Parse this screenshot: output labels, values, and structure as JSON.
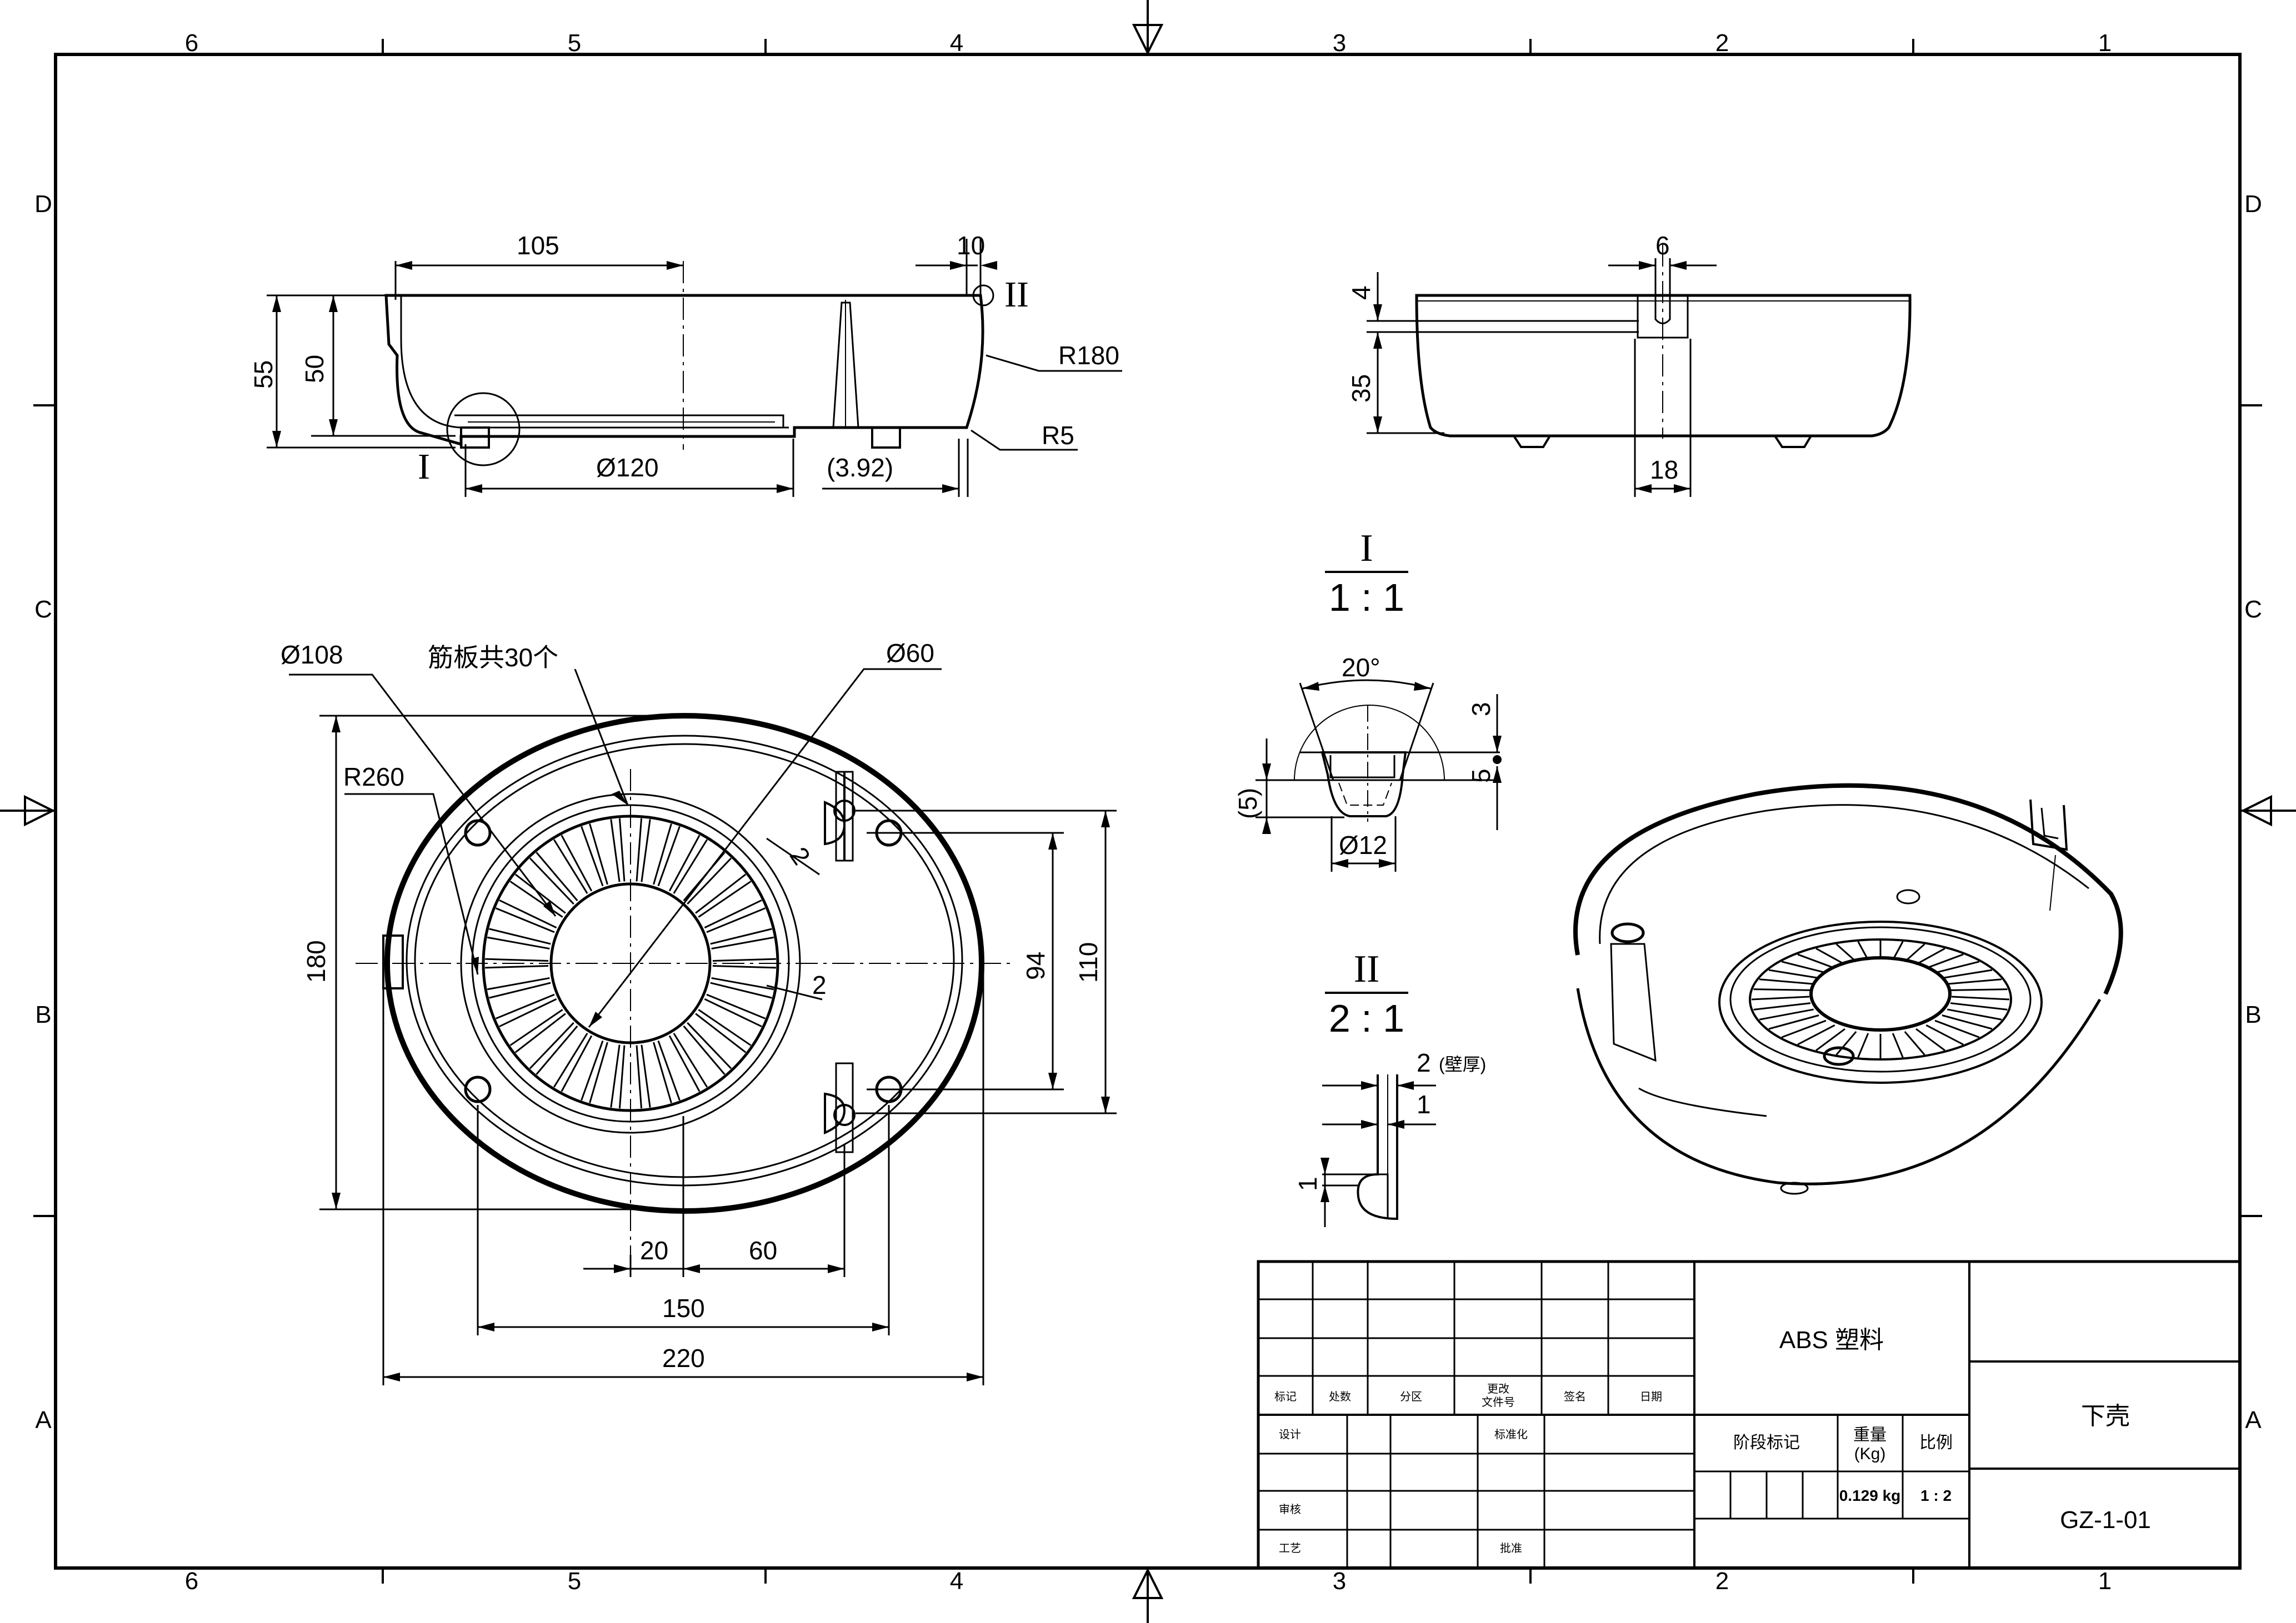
{
  "grid": {
    "columns": [
      "6",
      "5",
      "4",
      "3",
      "2",
      "1"
    ],
    "rows": [
      "D",
      "C",
      "B",
      "A"
    ]
  },
  "views": {
    "section": {
      "dims": {
        "d105": "105",
        "d10": "10",
        "d55": "55",
        "d50": "50",
        "r180": "R180",
        "r5": "R5",
        "d120": "Ø120",
        "d392": "(3.92)"
      },
      "labels": {
        "I": "I",
        "II": "II"
      }
    },
    "side": {
      "dims": {
        "d6": "6",
        "d4": "4",
        "d35": "35",
        "d18": "18"
      }
    },
    "detail1": {
      "title": "I",
      "scale": "1 : 1",
      "dims": {
        "a20": "20°",
        "d3": "3",
        "d5": "5",
        "d5p": "(5)",
        "d12": "Ø12"
      }
    },
    "detail2": {
      "title": "II",
      "scale": "2 : 1",
      "dims": {
        "d2": "2",
        "wall": "(壁厚)",
        "d1a": "1",
        "d1b": "1"
      }
    },
    "plan": {
      "dims": {
        "d108": "Ø108",
        "ribs": "筋板共30个",
        "d60": "Ø60",
        "r260": "R260",
        "d180": "180",
        "d94": "94",
        "d110": "110",
        "d2a": "2",
        "d2b": "2",
        "d20": "20",
        "d60b": "60",
        "d150": "150",
        "d220": "220"
      }
    }
  },
  "title_block": {
    "material": "ABS 塑料",
    "part_name": "下壳",
    "drawing_number": "GZ-1-01",
    "stage_mark": "阶段标记",
    "weight_label": "重量",
    "weight_unit": "(Kg)",
    "scale_label": "比例",
    "weight_value": "0.129 kg",
    "scale_value": "1 : 2",
    "rev_headers": {
      "mark": "标记",
      "count": "处数",
      "zone": "分区",
      "change_l1": "更改",
      "change_l2": "文件号",
      "sign": "签名",
      "date": "日期"
    },
    "approvals": {
      "design": "设计",
      "standard": "标准化",
      "review": "审核",
      "process": "工艺",
      "approve": "批准"
    }
  }
}
